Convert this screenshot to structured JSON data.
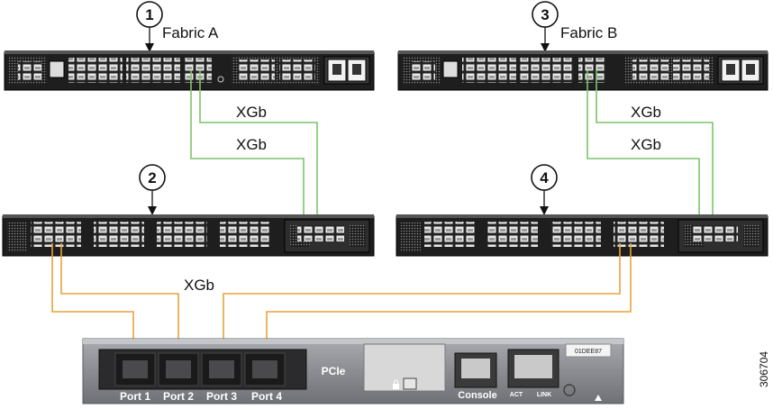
{
  "callouts": [
    "1",
    "2",
    "3",
    "4"
  ],
  "fabric_a_label": "Fabric A",
  "fabric_b_label": "Fabric B",
  "link_label": "XGb",
  "card": {
    "pcie_label": "PCIe",
    "ports": [
      "Port 1",
      "Port 2",
      "Port 3",
      "Port 4"
    ],
    "console_label": "Console",
    "act_label": "ACT",
    "link_led_label": "LINK",
    "serial": "01DEE87"
  },
  "figure_number": "306704",
  "colors": {
    "fabric_link": "#7dc46b",
    "server_link": "#e8a33a",
    "chassis": "#2a2a2a",
    "card": "#8f9197"
  }
}
